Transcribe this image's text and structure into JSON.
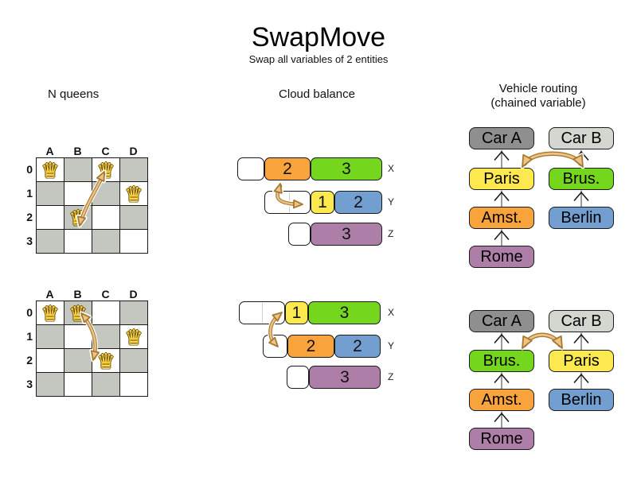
{
  "page": {
    "title": "SwapMove",
    "subtitle": "Swap all variables of 2 entities"
  },
  "colors": {
    "orange": "#F9A33C",
    "green": "#74D61D",
    "yellow": "#FCE94F",
    "blue": "#729FCF",
    "purple": "#AD7FA8",
    "car-a": "#8F8F8F",
    "car-b": "#D3D7CF",
    "board-dark": "#C3C7BF",
    "queen": "#FFD84A",
    "arrow-light": "#EFC287",
    "arrow-dark": "#A57930"
  },
  "nqueens": {
    "label": "N queens",
    "col_labels": [
      "A",
      "B",
      "C",
      "D"
    ],
    "row_labels": [
      "0",
      "1",
      "2",
      "3"
    ],
    "before": {
      "queens": [
        "A0",
        "C0",
        "D1",
        "B2"
      ],
      "grid": [
        [
          "♛",
          "",
          "♛",
          ""
        ],
        [
          "",
          "",
          "",
          "♛"
        ],
        [
          "",
          "♛",
          "",
          ""
        ],
        [
          "",
          "",
          "",
          ""
        ]
      ]
    },
    "after": {
      "queens": [
        "A0",
        "B0",
        "D1",
        "C2"
      ],
      "grid": [
        [
          "♛",
          "♛",
          "",
          ""
        ],
        [
          "",
          "",
          "",
          "♛"
        ],
        [
          "",
          "",
          "♛",
          ""
        ],
        [
          "",
          "",
          "",
          ""
        ]
      ]
    }
  },
  "cloud": {
    "label": "Cloud balance",
    "before": {
      "x": {
        "label": "X",
        "segments": [
          {
            "color": "white",
            "value": ""
          },
          {
            "color": "orange",
            "value": "2"
          },
          {
            "color": "green",
            "value": "3"
          }
        ]
      },
      "y": {
        "label": "Y",
        "segments": [
          {
            "color": "white",
            "value": ""
          },
          {
            "color": "yellow",
            "value": "1"
          },
          {
            "color": "blue",
            "value": "2"
          }
        ]
      },
      "z": {
        "label": "Z",
        "segments": [
          {
            "color": "white",
            "value": ""
          },
          {
            "color": "purple",
            "value": "3"
          }
        ]
      }
    },
    "after": {
      "x": {
        "label": "X",
        "segments": [
          {
            "color": "white",
            "value": ""
          },
          {
            "color": "yellow",
            "value": "1"
          },
          {
            "color": "green",
            "value": "3"
          }
        ]
      },
      "y": {
        "label": "Y",
        "segments": [
          {
            "color": "white",
            "value": ""
          },
          {
            "color": "orange",
            "value": "2"
          },
          {
            "color": "blue",
            "value": "2"
          }
        ]
      },
      "z": {
        "label": "Z",
        "segments": [
          {
            "color": "white",
            "value": ""
          },
          {
            "color": "purple",
            "value": "3"
          }
        ]
      }
    }
  },
  "vrp": {
    "label_line1": "Vehicle routing",
    "label_line2": "(chained variable)",
    "before": {
      "left": [
        {
          "label": "Car A",
          "color": "car-a"
        },
        {
          "label": "Paris",
          "color": "yellow"
        },
        {
          "label": "Amst.",
          "color": "orange"
        },
        {
          "label": "Rome",
          "color": "purple"
        }
      ],
      "right": [
        {
          "label": "Car B",
          "color": "car-b"
        },
        {
          "label": "Brus.",
          "color": "green"
        },
        {
          "label": "Berlin",
          "color": "blue"
        }
      ]
    },
    "after": {
      "left": [
        {
          "label": "Car A",
          "color": "car-a"
        },
        {
          "label": "Brus.",
          "color": "green"
        },
        {
          "label": "Amst.",
          "color": "orange"
        },
        {
          "label": "Rome",
          "color": "purple"
        }
      ],
      "right": [
        {
          "label": "Car B",
          "color": "car-b"
        },
        {
          "label": "Paris",
          "color": "yellow"
        },
        {
          "label": "Berlin",
          "color": "blue"
        }
      ]
    }
  }
}
